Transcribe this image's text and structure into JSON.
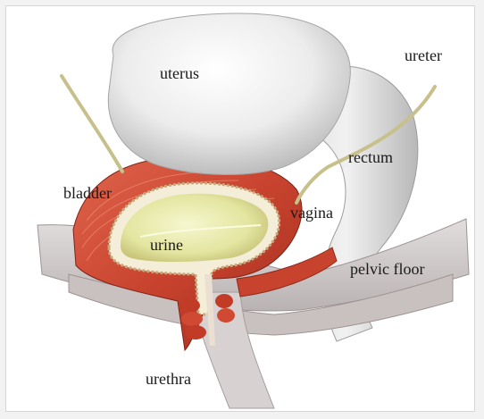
{
  "labels": {
    "uterus": "uterus",
    "ureter": "ureter",
    "rectum": "rectum",
    "bladder": "bladder",
    "vagina": "vagina",
    "urine": "urine",
    "pelvic_floor": "pelvic floor",
    "urethra": "urethra"
  },
  "colors": {
    "background": "#f2f2f2",
    "panel": "#ffffff",
    "muscle": "#c8432e",
    "organ": "#e7e7e7",
    "urine": "#e4e6a6",
    "ureter": "#c7c08a"
  }
}
